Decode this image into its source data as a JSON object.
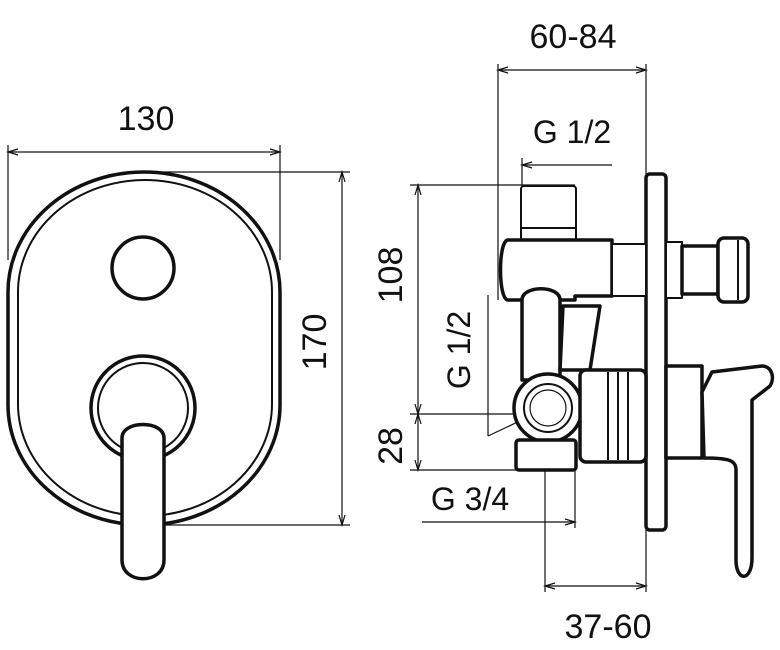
{
  "front_view": {
    "width_label": "130",
    "height_label": "170"
  },
  "side_view": {
    "depth_label": "60-84",
    "top_thread_label": "G 1/2",
    "height_label": "108",
    "side_thread_label": "G 1/2",
    "offset_label": "28",
    "bottom_thread_label": "G 3/4",
    "bottom_depth_label": "37-60"
  }
}
